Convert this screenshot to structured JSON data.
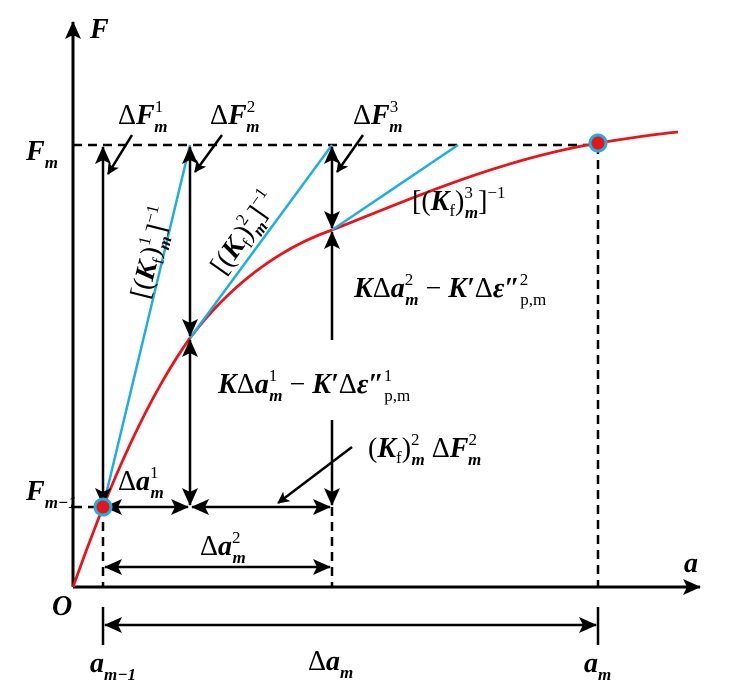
{
  "colors": {
    "curve": "#e8141a",
    "tangent": "#1eaee0",
    "point_fill": "#e8141a",
    "point_ring": "#1eaee0"
  },
  "axes": {
    "y_label": "F",
    "x_label": "a",
    "origin": "O"
  },
  "y_ticks": {
    "Fm": {
      "base": "F",
      "sub": "m"
    },
    "Fm1": {
      "base": "F",
      "sub": "m−1"
    }
  },
  "x_ticks": {
    "am1": {
      "base": "a",
      "sub": "m−1"
    },
    "am": {
      "base": "a",
      "sub": "m"
    },
    "dam": {
      "delta": "Δ",
      "base": "a",
      "sub": "m"
    }
  },
  "labels": {
    "dF1": {
      "delta": "Δ",
      "base": "F",
      "sup": "1",
      "sub": "m"
    },
    "dF2": {
      "delta": "Δ",
      "base": "F",
      "sup": "2",
      "sub": "m"
    },
    "dF3": {
      "delta": "Δ",
      "base": "F",
      "sup": "3",
      "sub": "m"
    },
    "kf1": {
      "open": "[(",
      "base": "K",
      "f": "f",
      "close": ")",
      "sup": "1",
      "sub": "m",
      "end": "]",
      "exp": "−1"
    },
    "kf2": {
      "open": "[(",
      "base": "K",
      "f": "f",
      "close": ")",
      "sup": "2",
      "sub": "m",
      "end": "]",
      "exp": "−1"
    },
    "kf3": {
      "open": "[(",
      "base": "K",
      "f": "f",
      "close": ")",
      "sup": "3",
      "sub": "m",
      "end": "]",
      "exp": "−1"
    },
    "eq2": {
      "k": "K",
      "delta": "Δ",
      "a": "a",
      "sup": "2",
      "sub": "m",
      "minus": " − ",
      "k2": "K′",
      "delta2": "Δ",
      "eps": "ε″",
      "sup2": "2",
      "sub2": "p,m"
    },
    "eq1": {
      "k": "K",
      "delta": "Δ",
      "a": "a",
      "sup": "1",
      "sub": "m",
      "minus": " − ",
      "k2": "K′",
      "delta2": "Δ",
      "eps": "ε″",
      "sup2": "1",
      "sub2": "p,m"
    },
    "kfdf": {
      "open": "(",
      "base": "K",
      "f": "f",
      "close": ")",
      "sup": "2",
      "sub": "m",
      "delta": " Δ",
      "F": "F",
      "sup2": "2",
      "sub2": "m"
    },
    "da1": {
      "delta": "Δ",
      "base": "a",
      "sup": "1",
      "sub": "m"
    },
    "da2": {
      "delta": "Δ",
      "base": "a",
      "sup": "2",
      "sub": "m"
    }
  }
}
